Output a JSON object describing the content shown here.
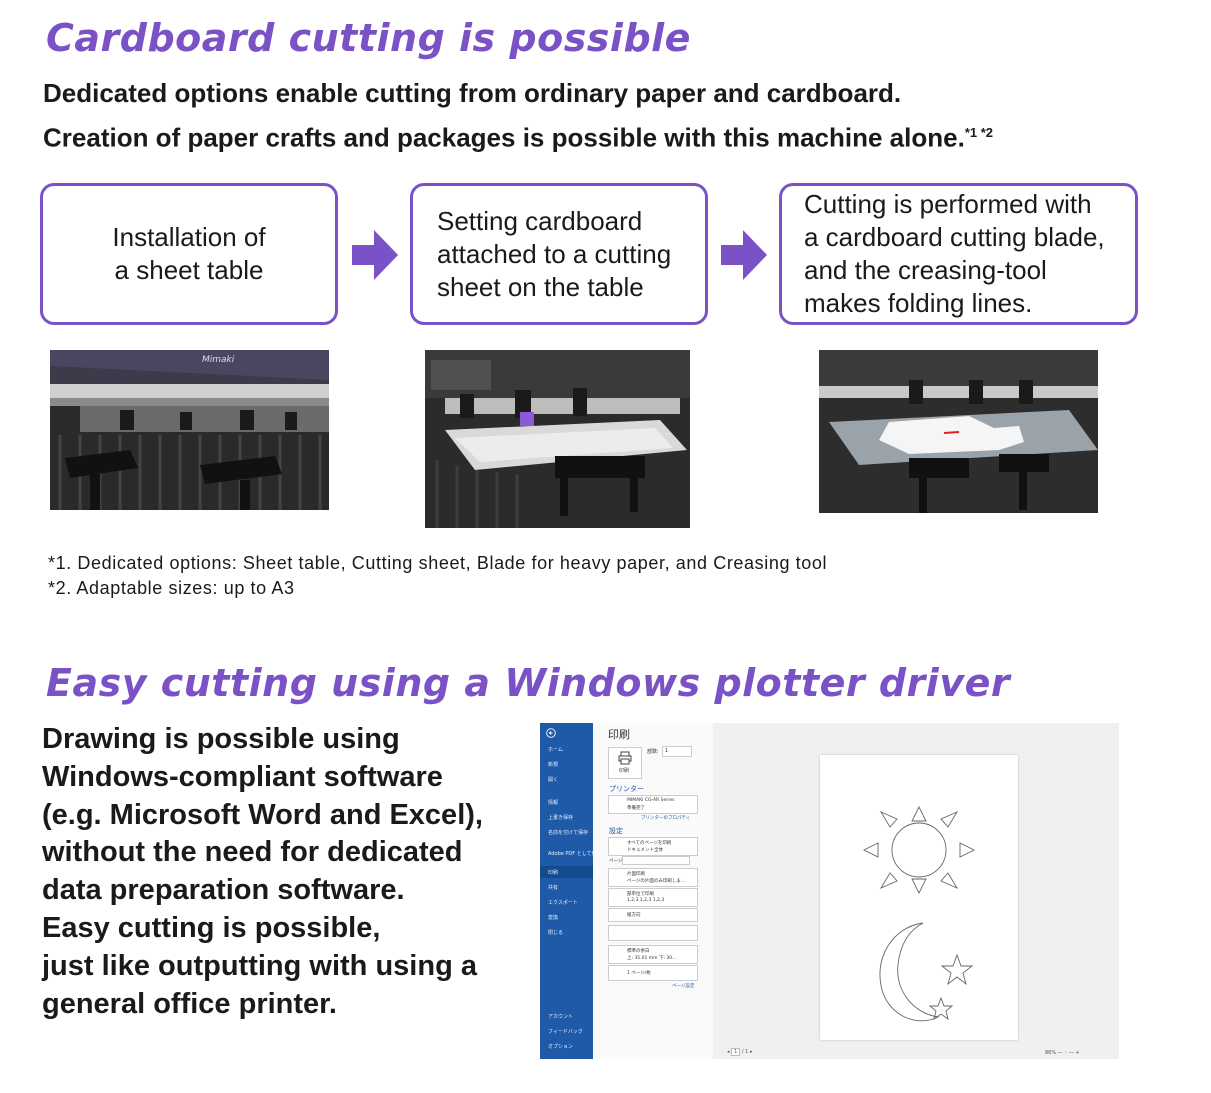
{
  "section1": {
    "heading": "Cardboard cutting is possible",
    "lead_line1": "Dedicated options enable cutting from ordinary paper and cardboard.",
    "lead_line2": "Creation of paper crafts and packages is possible with this machine alone.",
    "lead_note_ref": "*1 *2",
    "steps": [
      {
        "line1": "Installation of",
        "line2": "a sheet table"
      },
      {
        "line1": "Setting cardboard",
        "line2": "attached to a cutting",
        "line3": "sheet on the table"
      },
      {
        "line1": "Cutting is performed with",
        "line2": "a cardboard cutting blade,",
        "line3": "and the creasing-tool",
        "line4": "makes folding lines."
      }
    ],
    "photo_brand": "Mimaki",
    "notes": [
      "*1. Dedicated options: Sheet table, Cutting sheet, Blade for heavy paper, and Creasing tool",
      "*2. Adaptable sizes: up to A3"
    ]
  },
  "section2": {
    "heading": "Easy cutting using a Windows plotter driver",
    "body_lines": [
      "Drawing is possible using",
      "Windows-compliant software",
      "(e.g. Microsoft Word and Excel),",
      "without the need for dedicated",
      "data preparation software.",
      "Easy cutting is possible,",
      "just like outputting with using a",
      "general office printer."
    ],
    "screenshot": {
      "title": "印刷",
      "print_button": "印刷",
      "copies_label": "部数:",
      "copies_value": "1",
      "printer_section": "プリンター",
      "printer_name": "MIMAKI CG-AR Series",
      "printer_status": "準備完了",
      "printer_props": "プリンターのプロパティ",
      "settings_section": "設定",
      "opt1_a": "すべてのページを印刷",
      "opt1_b": "ドキュメント全体",
      "pages_label": "ページ:",
      "opt2_a": "片面印刷",
      "opt2_b": "ページの片面のみ印刷しま…",
      "opt3_a": "部単位で印刷",
      "opt3_b": "1,2,3   1,2,3   1,2,3",
      "opt4": "縦方向",
      "opt6_a": "標準の余白",
      "opt6_b": "上: 35.01 mm 下: 30…",
      "opt7": "1 ページ/枚",
      "page_setup": "ページ設定",
      "rail_items": [
        "ホーム",
        "新規",
        "開く",
        "情報",
        "上書き保存",
        "名前を付けて保存",
        "Adobe PDF として保存",
        "印刷",
        "共有",
        "エクスポート",
        "変換",
        "閉じる",
        "アカウント",
        "フィードバック",
        "オプション"
      ],
      "page_nav_value": "1",
      "page_nav_total": "/ 1",
      "zoom": "86%"
    }
  }
}
